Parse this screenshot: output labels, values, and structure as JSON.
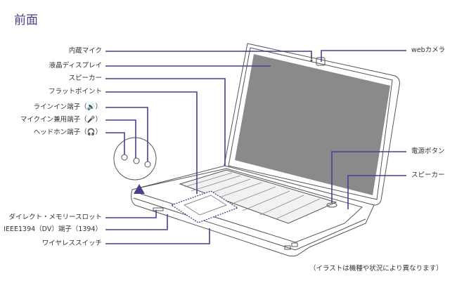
{
  "title": "前面",
  "labels_left": [
    {
      "key": "internal-mic",
      "text": "内蔵マイク"
    },
    {
      "key": "lcd",
      "text": "液晶ディスプレイ"
    },
    {
      "key": "speaker-left",
      "text": "スピーカー"
    },
    {
      "key": "flat-point",
      "text": "フラットポイント"
    },
    {
      "key": "line-in",
      "text": "ラインイン端子（🔊）"
    },
    {
      "key": "mic-in",
      "text": "マイクイン兼用端子（🎤）"
    },
    {
      "key": "headphone",
      "text": "ヘッドホン端子（🎧）"
    },
    {
      "key": "memory-slot",
      "text": "ダイレクト・メモリースロット"
    },
    {
      "key": "ieee1394",
      "text": "IEEE1394（DV）端子（1394）"
    },
    {
      "key": "wireless-switch",
      "text": "ワイヤレススイッチ"
    }
  ],
  "labels_right": [
    {
      "key": "web-camera",
      "text": "webカメラ"
    },
    {
      "key": "power-button",
      "text": "電源ボタン"
    },
    {
      "key": "speaker-right",
      "text": "スピーカー"
    }
  ],
  "note": "（イラストは機種や状況により異なります）",
  "colors": {
    "leader": "#4b3f8a",
    "screen": "#8a8a8c",
    "outline": "#555555"
  }
}
